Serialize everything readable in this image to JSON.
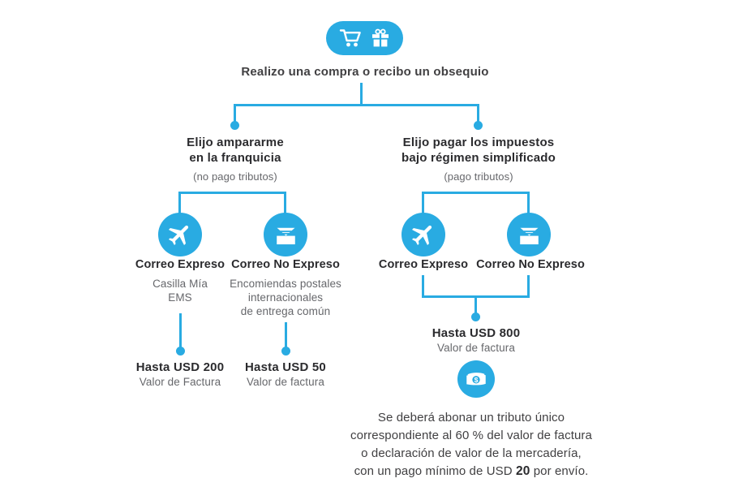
{
  "colors": {
    "accent_blue": "#29ABE2",
    "dark_text": "#2B2B2E",
    "body_text": "#414042",
    "muted_text": "#66676B"
  },
  "icons": {
    "header": "cart-and-gift-icon",
    "express": "airplane-icon",
    "non_express": "open-envelope-icon",
    "tax": "money-banknote-icon"
  },
  "header": {
    "title": "Realizo una compra o recibo un obsequio"
  },
  "left_branch": {
    "title_line1": "Elijo ampararme",
    "title_line2": "en la franquicia",
    "subtitle": "(no pago tributos)",
    "express": {
      "label": "Correo Expreso",
      "desc_line1": "Casilla Mía",
      "desc_line2": "EMS",
      "limit_prefix": "Hasta USD",
      "limit_amount": "200",
      "limit_caption": "Valor de Factura"
    },
    "non_express": {
      "label": "Correo No Expreso",
      "desc_line1": "Encomiendas postales",
      "desc_line2": "internacionales",
      "desc_line3": "de entrega común",
      "limit_prefix": "Hasta USD",
      "limit_amount": "50",
      "limit_caption": "Valor de factura"
    }
  },
  "right_branch": {
    "title_line1": "Elijo pagar los impuestos",
    "title_line2": "bajo régimen simplificado",
    "subtitle": "(pago tributos)",
    "express_label": "Correo Expreso",
    "non_express_label": "Correo No Expreso",
    "limit_prefix": "Hasta USD",
    "limit_amount": "800",
    "limit_caption": "Valor de factura",
    "note_line1": "Se deberá abonar un tributo único",
    "note_line2": "correspondiente al 60 % del valor de factura",
    "note_line3": "o declaración de valor de la mercadería,",
    "note_line4_prefix": "con un pago mínimo de USD",
    "note_line4_amount": "20",
    "note_line4_suffix": "por envío."
  }
}
